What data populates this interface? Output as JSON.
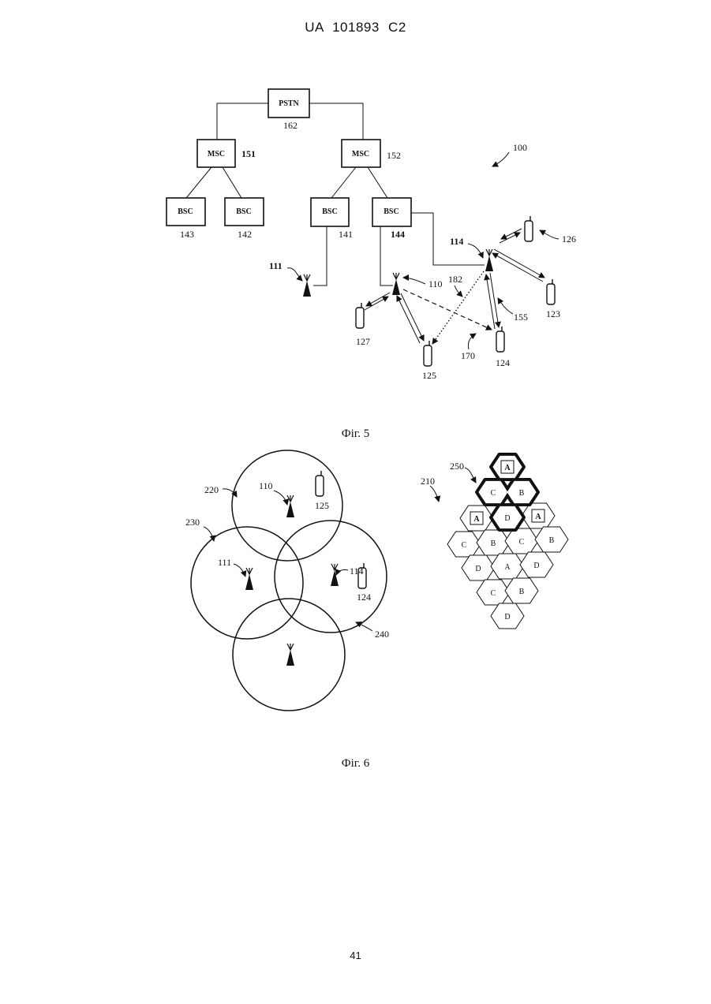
{
  "header": {
    "title": "UA   101893   C2"
  },
  "page_number": "41",
  "figure5": {
    "caption": "Фіг. 5",
    "nodes": {
      "pstn": {
        "label": "PSTN",
        "ref": "162"
      },
      "msc1": {
        "label": "MSC",
        "ref": "151"
      },
      "msc2": {
        "label": "MSC",
        "ref": "152"
      },
      "bsc143": {
        "label": "BSC",
        "ref": "143"
      },
      "bsc142": {
        "label": "BSC",
        "ref": "142"
      },
      "bsc141": {
        "label": "BSC",
        "ref": "141"
      },
      "bsc144": {
        "label": "BSC",
        "ref": "144"
      }
    },
    "refs": {
      "system": "100",
      "bts111": "111",
      "bts110": "110",
      "bts114": "114",
      "link182": "182",
      "link170": "170",
      "link155": "155",
      "ms127": "127",
      "ms125": "125",
      "ms124": "124",
      "ms123": "123",
      "ms126": "126"
    }
  },
  "figure6": {
    "caption": "Фіг. 6",
    "refs": {
      "circle220": "220",
      "circle230": "230",
      "circle240": "240",
      "bts110": "110",
      "bts111": "111",
      "bts114": "114",
      "ms125": "125",
      "ms124": "124",
      "grid210": "210",
      "cluster250": "250"
    },
    "hex_labels": {
      "h_top": "A",
      "h_c1": "C",
      "h_b1": "B",
      "h_a_left": "A",
      "h_d1": "D",
      "h_a_right": "A",
      "h_c2": "C",
      "h_b2": "B",
      "h_c3": "C",
      "h_b3": "B",
      "h_d2": "D",
      "h_a2": "A",
      "h_d3": "D",
      "h_c4": "C",
      "h_b4": "B",
      "h_d4": "D"
    }
  }
}
